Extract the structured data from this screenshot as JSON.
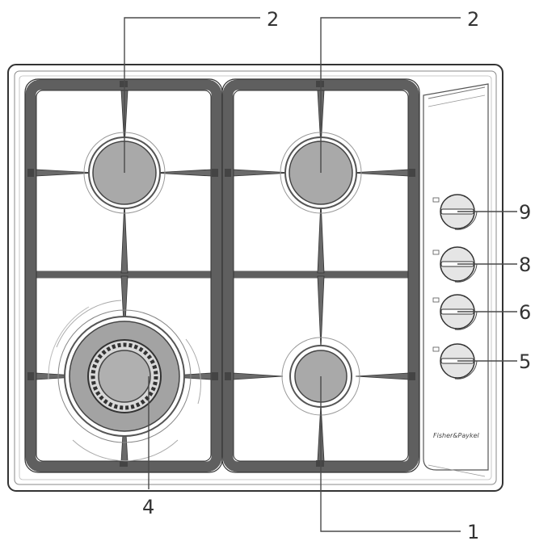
{
  "diagram": {
    "callouts": {
      "top_left": "2",
      "top_right": "2",
      "knob_1": "9",
      "knob_2": "8",
      "knob_3": "6",
      "knob_4": "5",
      "bottom_left": "4",
      "bottom_right": "1"
    },
    "brand": "Fisher&Paykel",
    "colors": {
      "grate": "#5f5f5f",
      "burner_cap": "#a9a9a9",
      "outline": "#333333",
      "panel": "#ffffff"
    }
  }
}
